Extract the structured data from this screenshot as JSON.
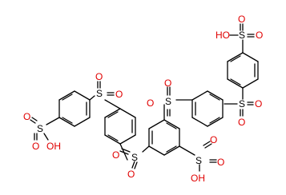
{
  "structure": {
    "atoms": {
      "sulfur": "S",
      "oxygen": "O",
      "hydroxyl": "HO",
      "hydroxyl_right": "OH"
    },
    "colors": {
      "bond": "#000000",
      "oxygen": "#e00000",
      "sulfur": "#000000",
      "background": "#ffffff"
    }
  }
}
